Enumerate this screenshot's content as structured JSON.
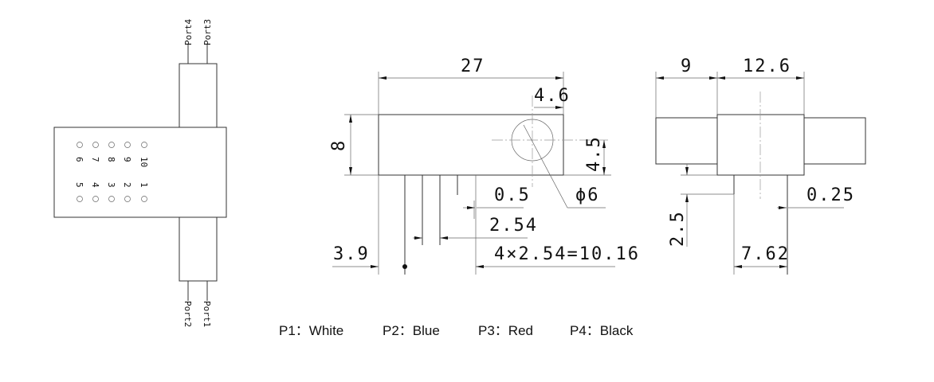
{
  "top_view": {
    "ports": {
      "port1": "Port1",
      "port2": "Port2",
      "port3": "Port3",
      "port4": "Port4"
    },
    "pins_top_row": [
      "6",
      "7",
      "8",
      "9",
      "10"
    ],
    "pins_bottom_row": [
      "5",
      "4",
      "3",
      "2",
      "1"
    ]
  },
  "front_view": {
    "length": "27",
    "hole_offset": "4.6",
    "height": "8",
    "hole_height": "4.5",
    "hole_diameter": "ϕ6",
    "pin_width": "0.5",
    "pin_pitch": "2.54",
    "pin_offset": "3.9",
    "pin_span": "4×2.54=10.16"
  },
  "side_view": {
    "stub_length": "9",
    "body_width": "12.6",
    "pin_length": "2.5",
    "pin_thickness": "0.25",
    "row_spacing": "7.62"
  },
  "legend": [
    "P1：White",
    "P2：Blue",
    "P3：Red",
    "P4：Black"
  ]
}
